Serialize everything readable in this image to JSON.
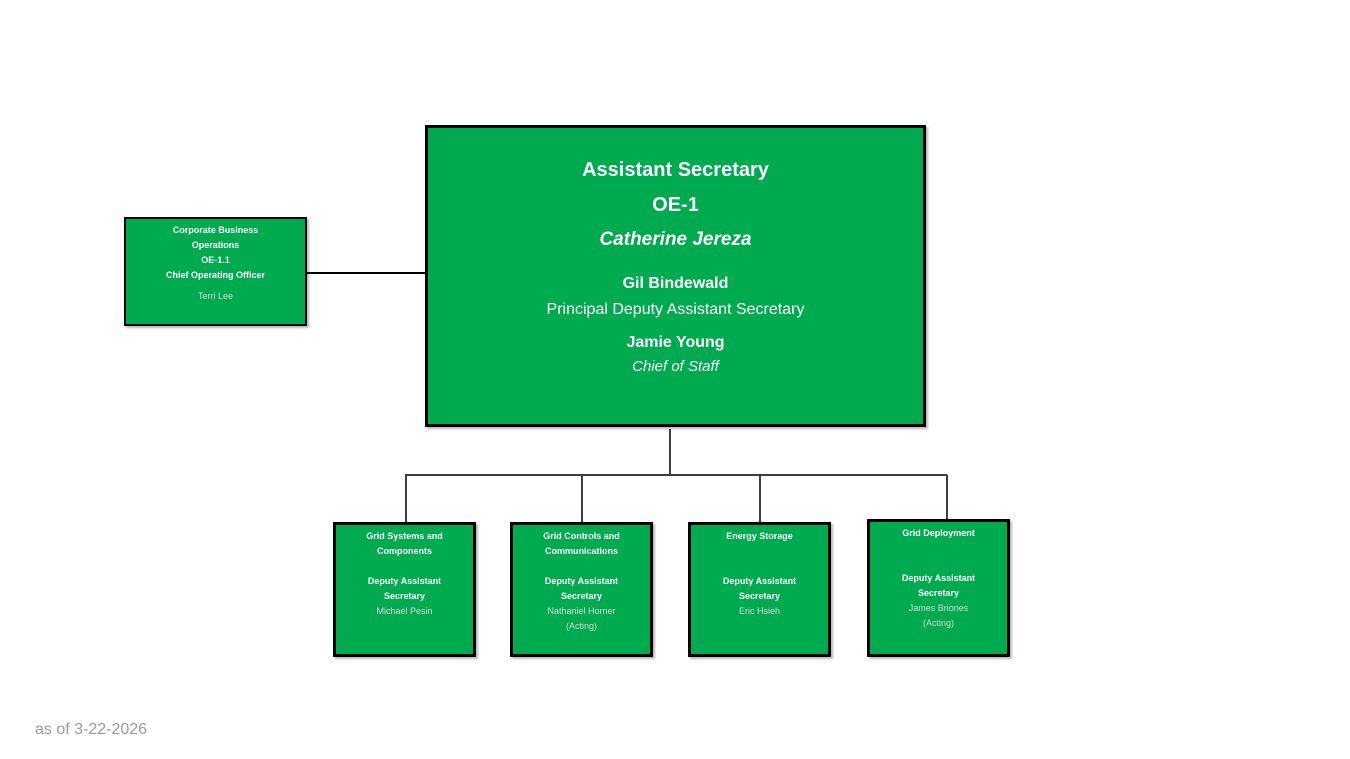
{
  "org_chart": {
    "accent_color": "#00ab50",
    "border_color": "#000000",
    "line_color": "#3f3f3f",
    "root": {
      "title": "Assistant Secretary",
      "code": "OE-1",
      "leader": "Catherine Jereza",
      "deputy_name": "Gil Bindewald",
      "deputy_title": "Principal Deputy Assistant Secretary",
      "chief_name": "Jamie Young",
      "chief_title": "Chief of Staff"
    },
    "side": {
      "title": "Corporate Business Operations",
      "code": "OE-1.1",
      "role": "Chief Operating Officer",
      "name": "Terri Lee"
    },
    "children": [
      {
        "title": "Grid Systems and Components",
        "role": "Deputy Assistant Secretary",
        "name": "Michael Pesin",
        "note": ""
      },
      {
        "title": "Grid Controls and Communications",
        "role": "Deputy Assistant Secretary",
        "name": "Nathaniel Horner",
        "note": "(Acting)"
      },
      {
        "title": "Energy Storage",
        "role": "Deputy Assistant Secretary",
        "name": "Eric Hsieh",
        "note": ""
      },
      {
        "title": "Grid Deployment",
        "role": "Deputy Assistant Secretary",
        "name": "James Briones",
        "note": "(Acting)"
      }
    ]
  },
  "footer": {
    "as_of": "as of 3-22-2026"
  }
}
